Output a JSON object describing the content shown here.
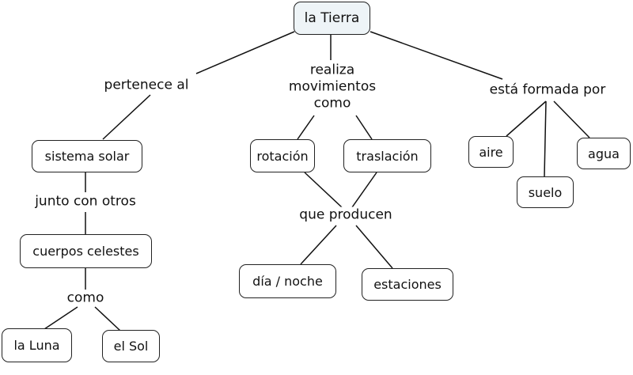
{
  "nodes": {
    "tierra": "la Tierra",
    "sistema_solar": "sistema solar",
    "cuerpos_celestes": "cuerpos celestes",
    "luna": "la Luna",
    "sol": "el Sol",
    "rotacion": "rotación",
    "traslacion": "traslación",
    "dia_noche": "día / noche",
    "estaciones": "estaciones",
    "aire": "aire",
    "suelo": "suelo",
    "agua": "agua"
  },
  "links": {
    "pertenece": "pertenece al",
    "realiza_1": "realiza",
    "realiza_2": "movimientos",
    "realiza_3": "como",
    "formada": "está formada por",
    "junto": "junto con otros",
    "como": "como",
    "producen": "que producen"
  }
}
